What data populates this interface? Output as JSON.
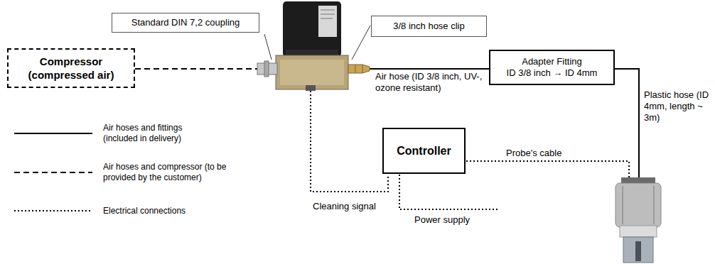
{
  "diagram": {
    "nodes": [
      {
        "text": [
          "Standard DIN 7,2 coupling"
        ]
      },
      {
        "text": [
          "3/8 inch hose clip"
        ]
      },
      {
        "text": [
          "Compressor (compressed air)"
        ]
      },
      {
        "text": [
          "Adapter Fitting",
          "ID 3/8 inch → ID 4mm"
        ]
      },
      {
        "text": [
          "Controller"
        ]
      }
    ],
    "labels": [
      "Air hose (ID 3/8 inch, UV-, ozone resistant)",
      "Plastic hose (ID 4mm, length ~ 3m)",
      "Probe's cable",
      "Cleaning signal",
      "Power supply"
    ],
    "legend": [
      {
        "text": "Air hoses and fittings (included in delivery)"
      },
      {
        "text": "Air hoses and compressor (to be provided by the customer)"
      },
      {
        "text": "Electrical connections"
      }
    ]
  }
}
